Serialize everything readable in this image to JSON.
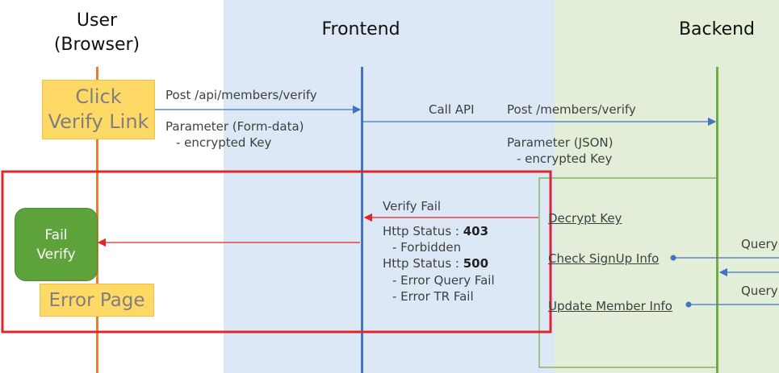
{
  "lanes": {
    "user": "User\n(Browser)",
    "frontend": "Frontend",
    "backend": "Backend"
  },
  "nodes": {
    "click_verify": "Click\nVerify Link",
    "fail_verify": "Fail\nVerify",
    "error_page": "Error Page"
  },
  "messages": {
    "post_verify": "Post /api/members/verify",
    "param_form": "Parameter (Form-data)",
    "param_form_key": "- encrypted Key",
    "call_api": "Call API",
    "post_members": "Post /members/verify",
    "param_json": "Parameter (JSON)",
    "param_json_key": "- encrypted Key",
    "verify_fail": "Verify Fail",
    "status_403_prefix": "Http Status : ",
    "status_403_code": "403",
    "forbidden": "- Forbidden",
    "status_500_prefix": "Http Status : ",
    "status_500_code": "500",
    "error_query": "- Error Query Fail",
    "error_tr": "- Error TR Fail"
  },
  "backend_steps": {
    "decrypt": "Decrypt Key",
    "check_signup": "Check SignUp Info",
    "update_member": "Update Member Info",
    "query1": "Query",
    "query2": "Query"
  },
  "colors": {
    "frontend_bg": "#dce8f5",
    "backend_bg": "#e3eed9",
    "user_lifeline": "#ed7d31",
    "frontend_lifeline": "#4472c4",
    "backend_lifeline": "#70ad47",
    "highlight": "#e0252b",
    "request_arrow": "#4472c4",
    "error_arrow": "#e0252b",
    "note_fill": "#ffd966"
  }
}
